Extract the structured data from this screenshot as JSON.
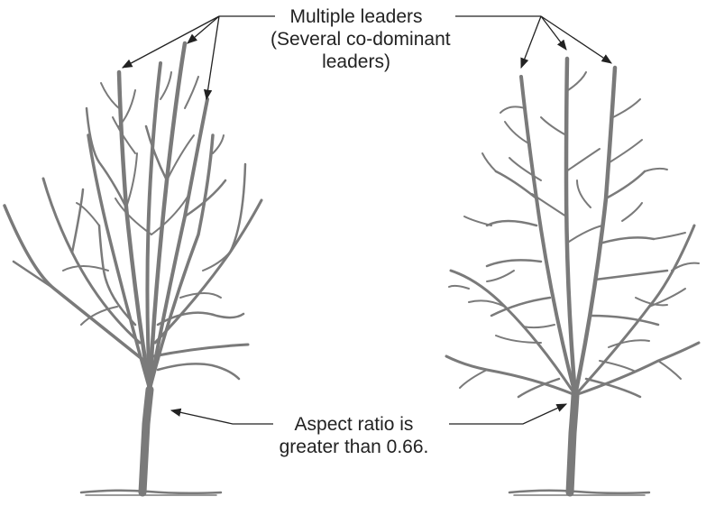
{
  "figure": {
    "top_label": {
      "line1": "Multiple leaders",
      "line2": "(Several co-dominant",
      "line3": "leaders)"
    },
    "bottom_label": {
      "line1": "Aspect ratio is",
      "line2": "greater than 0.66."
    },
    "colors": {
      "branch": "#7a7a7a",
      "ink": "#222222",
      "background": "#ffffff"
    }
  }
}
